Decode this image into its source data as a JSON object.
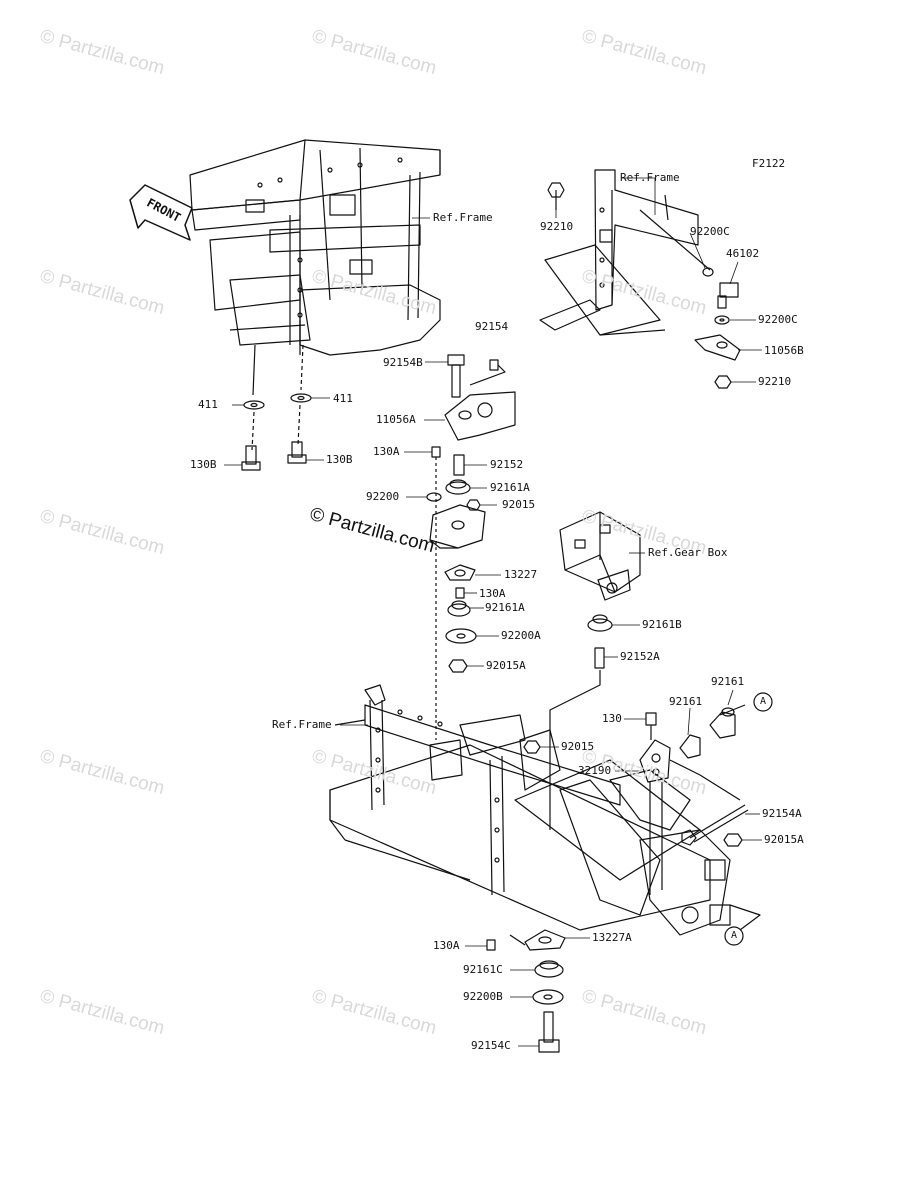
{
  "figure_code": "F2122",
  "front_label": "FRONT",
  "watermark": "© Partzilla.com",
  "ref_labels": {
    "frame_top_left": "Ref.Frame",
    "frame_top_right": "Ref.Frame",
    "gear_box": "Ref.Gear Box",
    "frame_bottom": "Ref.Frame"
  },
  "part_labels": {
    "p92210_a": "92210",
    "p92200c_a": "92200C",
    "p46102": "46102",
    "p92200c_b": "92200C",
    "p11056b": "11056B",
    "p92210_b": "92210",
    "p92154": "92154",
    "p92154b": "92154B",
    "p11056a": "11056A",
    "p411_left": "411",
    "p411_right": "411",
    "p130b_left": "130B",
    "p130b_right": "130B",
    "p130a_1": "130A",
    "p92152": "92152",
    "p92161a_1": "92161A",
    "p92200": "92200",
    "p92015": "92015",
    "p13227": "13227",
    "p130a_2": "130A",
    "p92161a_2": "92161A",
    "p92200a": "92200A",
    "p92015a_1": "92015A",
    "p92161b": "92161B",
    "p92152a": "92152A",
    "p92161_1": "92161",
    "p92161_2": "92161",
    "p130": "130",
    "p92015_2": "92015",
    "p32190": "32190",
    "p92154a": "92154A",
    "p92015a_2": "92015A",
    "p13227a": "13227A",
    "p130a_3": "130A",
    "p92161c": "92161C",
    "p92200b": "92200B",
    "p92154c": "92154C"
  },
  "callout_letter": "A"
}
